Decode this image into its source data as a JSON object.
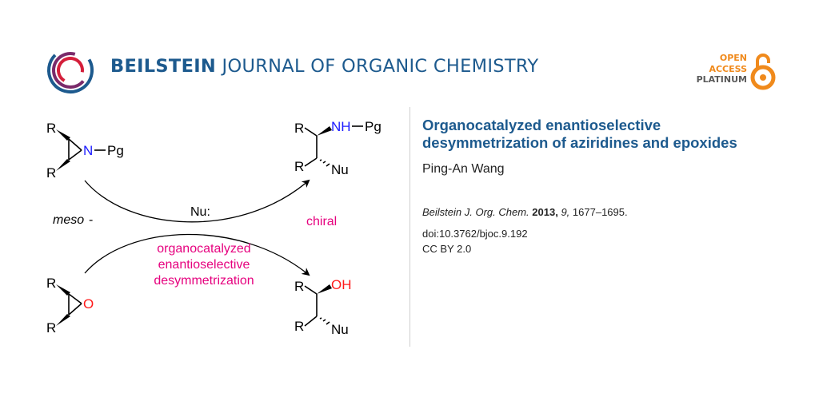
{
  "header": {
    "journal_bold": "BEILSTEIN",
    "journal_rest": " JOURNAL OF ORGANIC CHEMISTRY",
    "open_access": {
      "line1": "OPEN",
      "line2": "ACCESS",
      "line3": "PLATINUM"
    },
    "colors": {
      "brand": "#1d5a8e",
      "oa_orange": "#f08a1c"
    }
  },
  "article": {
    "title": "Organocatalyzed enantioselective desymmetrization of aziridines and epoxides",
    "author": "Ping-An Wang",
    "journal_abbrev": "Beilstein J. Org. Chem.",
    "year": "2013,",
    "volume": "9,",
    "pages": "1677–1695.",
    "doi": "doi:10.3762/bjoc.9.192",
    "license": "CC BY 2.0"
  },
  "scheme": {
    "r": "R",
    "n": "N",
    "pg": "Pg",
    "o": "O",
    "nh": "NH",
    "oh": "OH",
    "nu": "Nu",
    "nu_reagent": "Nu:",
    "meso": "meso",
    "meso_dash": "-",
    "chiral": "chiral",
    "process_line1": "organocatalyzed",
    "process_line2": "enantioselective",
    "process_line3": "desymmetrization",
    "colors": {
      "nitrogen": "#1a1aff",
      "oxygen": "#ff1a1a",
      "magenta": "#e6007e"
    }
  }
}
